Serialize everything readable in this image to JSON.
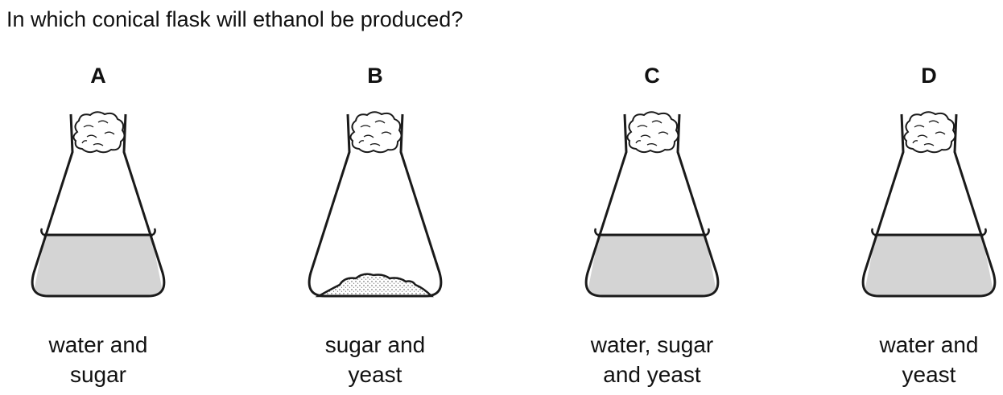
{
  "question": "In which conical flask will ethanol be produced?",
  "options": [
    {
      "letter": "A",
      "caption_line1": "water and",
      "caption_line2": "sugar",
      "contents": "liquid"
    },
    {
      "letter": "B",
      "caption_line1": "sugar and",
      "caption_line2": "yeast",
      "contents": "solid"
    },
    {
      "letter": "C",
      "caption_line1": "water, sugar",
      "caption_line2": "and yeast",
      "contents": "liquid"
    },
    {
      "letter": "D",
      "caption_line1": "water and",
      "caption_line2": "yeast",
      "contents": "liquid"
    }
  ],
  "colors": {
    "liquid": "#d4d4d4",
    "outline": "#1a1a1a",
    "solid": "#cfcfcf"
  }
}
